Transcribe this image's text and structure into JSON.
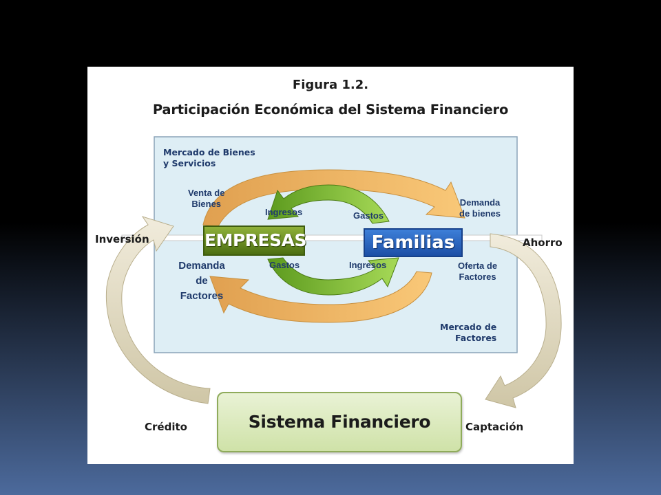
{
  "figure": {
    "label": "Figura 1.2.",
    "title": "Participación Económica del Sistema Financiero"
  },
  "market_goods": "Mercado de Bienes\ny Servicios",
  "market_factors": "Mercado de\nFactores",
  "blocks": {
    "empresas": "EMPRESAS",
    "familias": "Familias",
    "sistema": "Sistema Financiero"
  },
  "flows": {
    "venta_bienes": "Venta de\nBienes",
    "demanda_bienes": "Demanda\nde bienes",
    "ingresos_top": "Ingresos",
    "gastos_top": "Gastos",
    "gastos_bottom": "Gastos",
    "ingresos_bottom": "Ingresos",
    "demanda_factores": "Demanda\nde\nFactores",
    "oferta_factores": "Oferta de\nFactores"
  },
  "outer": {
    "inversion": "Inversión",
    "ahorro": "Ahorro",
    "credito": "Crédito",
    "captacion": "Captación"
  },
  "colors": {
    "market_box_fill": "#deeef5",
    "market_box_border": "#8aa4b8",
    "orange_arrow": "#f7bd6b",
    "green_arrow": "#8cc63f",
    "outer_arrow": "#ddd6bf",
    "label_blue": "#1f3a6b"
  }
}
